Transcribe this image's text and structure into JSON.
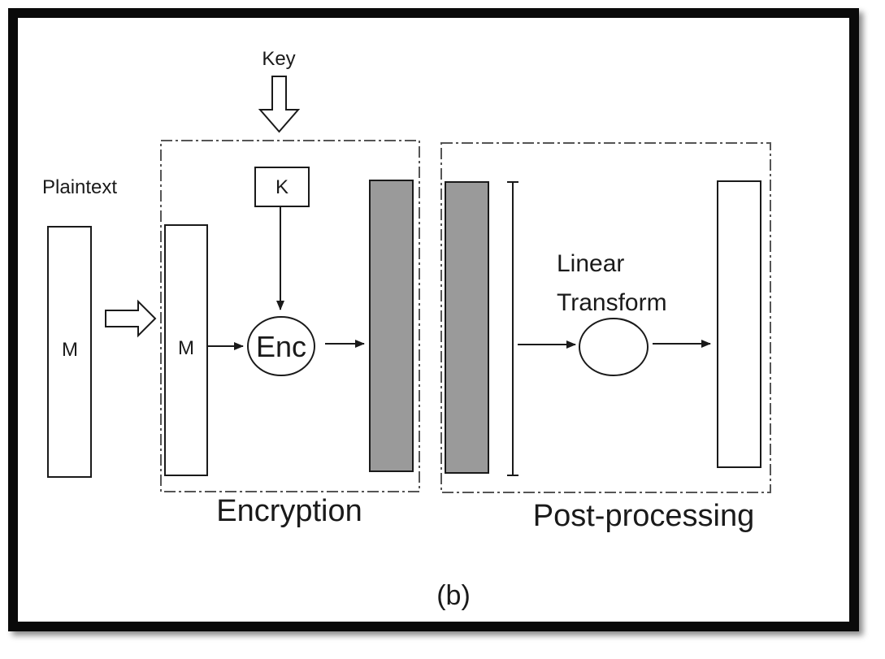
{
  "diagram": {
    "input_label": "Plaintext",
    "input_block": "M",
    "key_label": "Key",
    "encryption": {
      "block_label": "M",
      "key_box": "K",
      "function": "Enc",
      "group_label": "Encryption"
    },
    "post_processing": {
      "transform_line1": "Linear",
      "transform_line2": "Transform",
      "group_label": "Post-processing"
    },
    "caption": "(b)"
  },
  "colors": {
    "frame": "#0a0a0a",
    "ciphertext_fill": "#9a9a9a",
    "stroke": "#1a1a1a"
  }
}
